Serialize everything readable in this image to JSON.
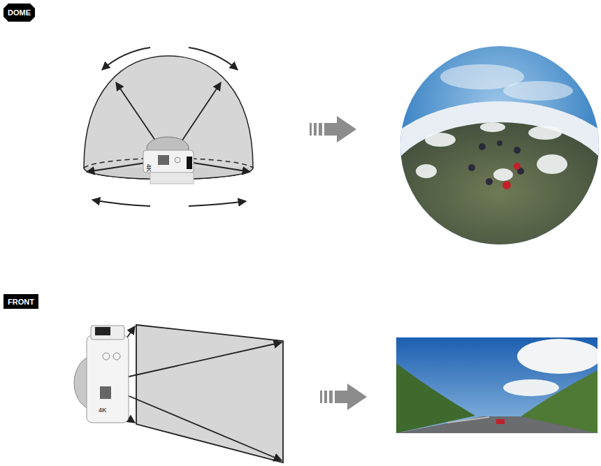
{
  "diagram": {
    "nodes": [
      {
        "text": [
          "DOME"
        ]
      },
      {
        "text": [
          "FRONT"
        ]
      }
    ],
    "labels": [
      "4K",
      "4K"
    ]
  }
}
